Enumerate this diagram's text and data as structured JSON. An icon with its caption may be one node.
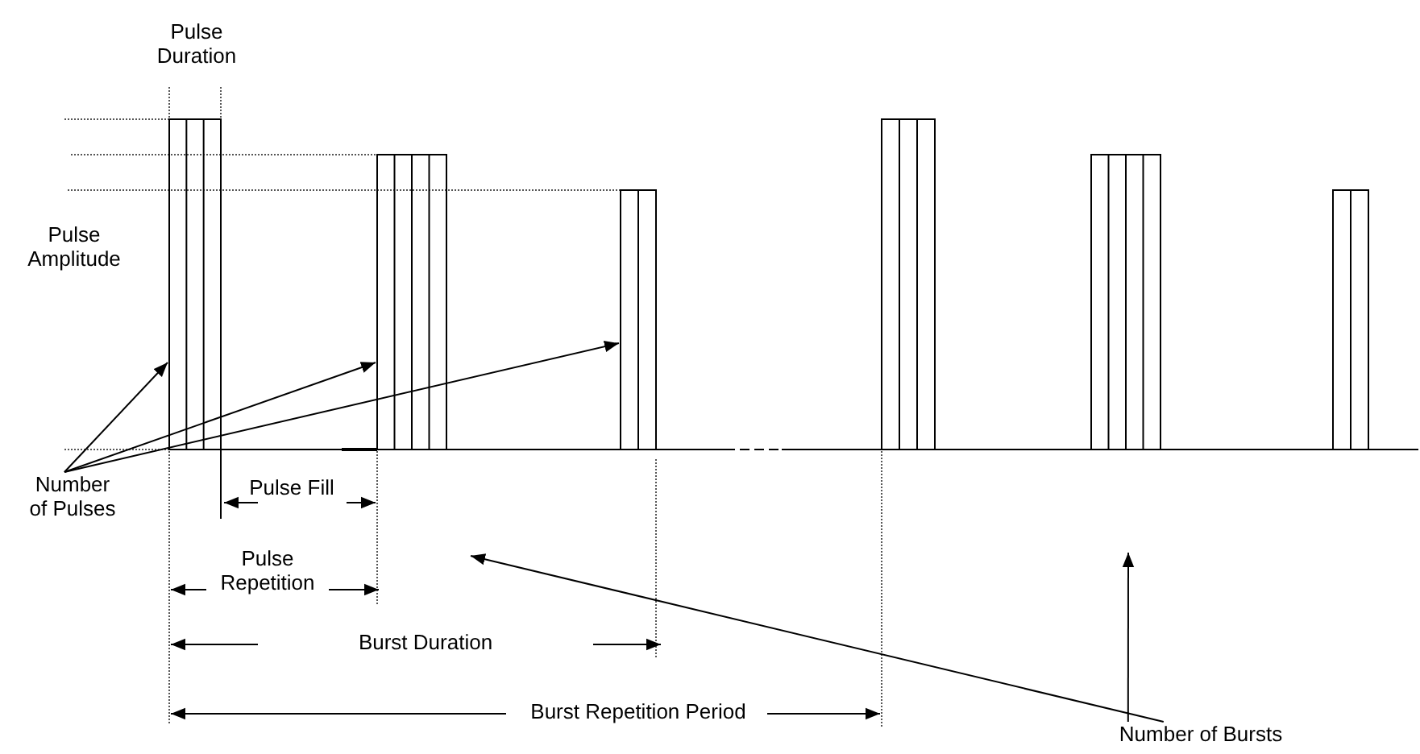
{
  "diagram": {
    "nodes": [
      {
        "text": [
          "Number of Pulses"
        ]
      },
      {
        "text": [
          "Number of Bursts"
        ]
      }
    ],
    "edges": [
      {
        "from": 0,
        "to": null,
        "arrow": "to"
      },
      {
        "from": 0,
        "to": null,
        "arrow": "to"
      },
      {
        "from": 0,
        "to": null,
        "arrow": "to"
      },
      {
        "from": 1,
        "to": null,
        "arrow": "to"
      },
      {
        "from": 1,
        "to": null,
        "arrow": "to"
      }
    ],
    "labels": [
      "Pulse Duration",
      "Pulse Amplitude",
      "Pulse Fill",
      "Pulse Repetition",
      "Burst Duration",
      "Burst Repetition Period"
    ]
  }
}
